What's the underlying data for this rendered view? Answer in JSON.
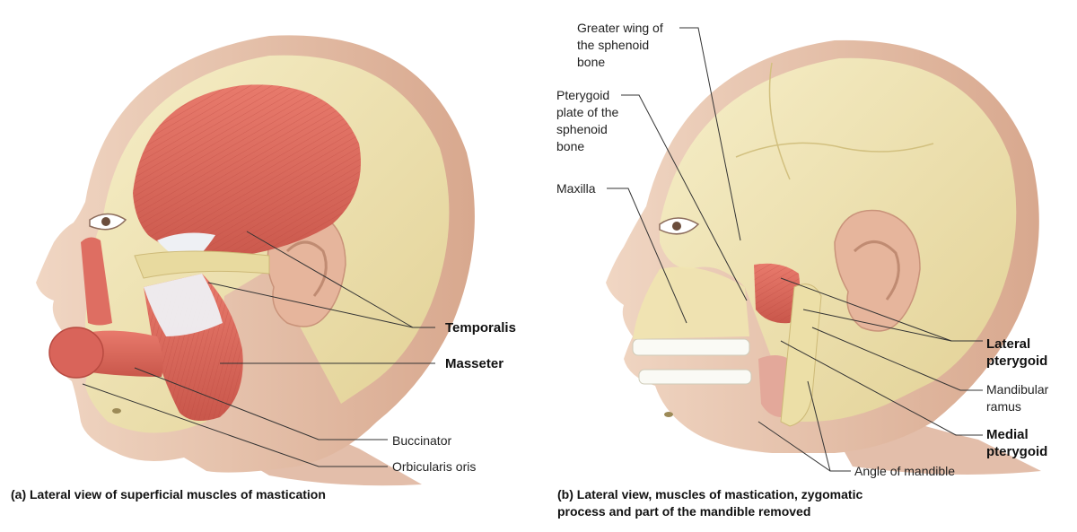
{
  "panel_a": {
    "labels": {
      "temporalis": "Temporalis",
      "masseter": "Masseter",
      "buccinator": "Buccinator",
      "orbicularis_oris": "Orbicularis oris"
    },
    "caption": "(a) Lateral view of superficial muscles of mastication"
  },
  "panel_b": {
    "labels": {
      "greater_wing_line1": "Greater wing of",
      "greater_wing_line2": "the sphenoid",
      "greater_wing_line3": "bone",
      "pterygoid_plate_line1": "Pterygoid",
      "pterygoid_plate_line2": "plate of the",
      "pterygoid_plate_line3": "sphenoid",
      "pterygoid_plate_line4": "bone",
      "maxilla": "Maxilla",
      "lateral_pterygoid_line1": "Lateral",
      "lateral_pterygoid_line2": "pterygoid",
      "mandibular_ramus_line1": "Mandibular",
      "mandibular_ramus_line2": "ramus",
      "medial_pterygoid_line1": "Medial",
      "medial_pterygoid_line2": "pterygoid",
      "angle_of_mandible": "Angle of mandible"
    },
    "caption_line1": "(b) Lateral view, muscles of mastication, zygomatic",
    "caption_line2": "process and part of the mandible removed"
  },
  "colors": {
    "skin": "#e9c9b3",
    "skin_shadow": "#d9a98f",
    "bone": "#f1e6b4",
    "bone_shadow": "#d7c78a",
    "muscle": "#e0695c",
    "muscle_dark": "#c24c41",
    "tendon": "#eef0f4",
    "leader": "#333333"
  }
}
